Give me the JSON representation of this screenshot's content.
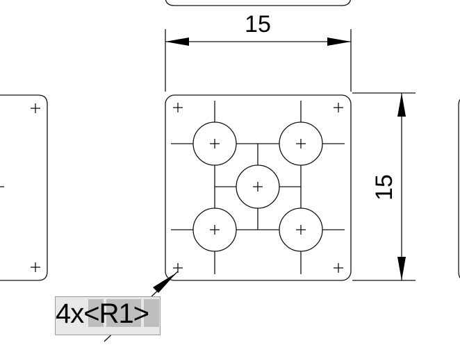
{
  "drawing": {
    "horizontal_dimension": "15",
    "vertical_dimension": "15",
    "corner_radius_note": "4x<R1>",
    "line_color": "#111111",
    "note_background": "#e8e8e8"
  }
}
